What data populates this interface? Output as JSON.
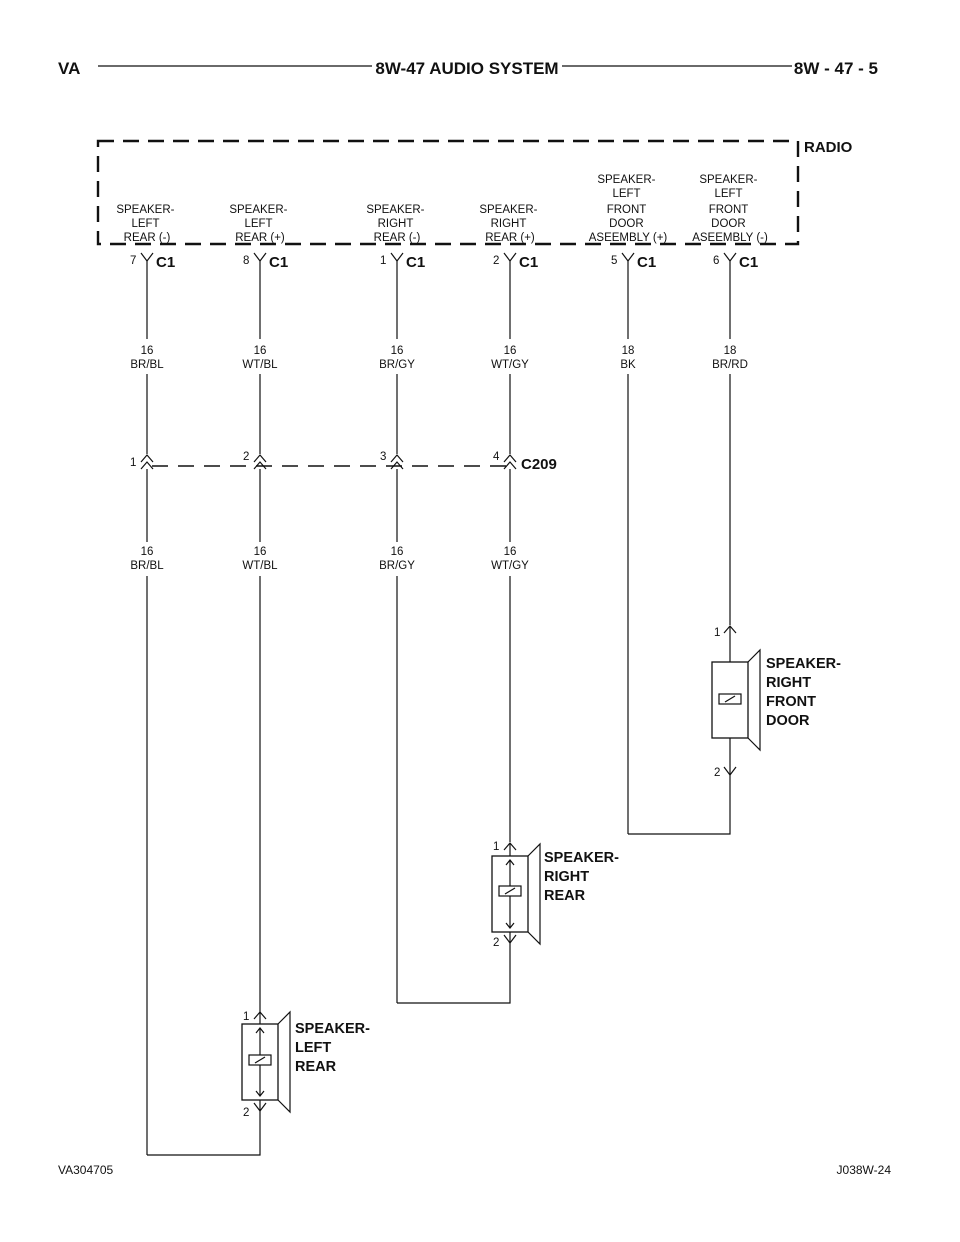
{
  "header": {
    "left": "VA",
    "center": "8W-47 AUDIO SYSTEM",
    "right": "8W - 47 - 5"
  },
  "radio": {
    "label": "RADIO",
    "connector_name": "C1",
    "terminals": [
      {
        "pin": "7",
        "desc": [
          "SPEAKER-",
          "LEFT",
          "REAR (-)"
        ]
      },
      {
        "pin": "8",
        "desc": [
          "SPEAKER-",
          "LEFT",
          "REAR (+)"
        ]
      },
      {
        "pin": "1",
        "desc": [
          "SPEAKER-",
          "RIGHT",
          "REAR (-)"
        ]
      },
      {
        "pin": "2",
        "desc": [
          "SPEAKER-",
          "RIGHT",
          "REAR (+)"
        ]
      },
      {
        "pin": "5",
        "desc": [
          "SPEAKER-",
          "LEFT",
          "FRONT",
          "DOOR",
          "ASEEMBLY (+)"
        ]
      },
      {
        "pin": "6",
        "desc": [
          "SPEAKER-",
          "LEFT",
          "FRONT",
          "DOOR",
          "ASEEMBLY (-)"
        ]
      }
    ]
  },
  "wires_upper": [
    {
      "gauge": "16",
      "color": "BR/BL"
    },
    {
      "gauge": "16",
      "color": "WT/BL"
    },
    {
      "gauge": "16",
      "color": "BR/GY"
    },
    {
      "gauge": "16",
      "color": "WT/GY"
    },
    {
      "gauge": "18",
      "color": "BK"
    },
    {
      "gauge": "18",
      "color": "BR/RD"
    }
  ],
  "c209": {
    "name": "C209",
    "pins": [
      "1",
      "2",
      "3",
      "4"
    ]
  },
  "wires_lower": [
    {
      "gauge": "16",
      "color": "BR/BL"
    },
    {
      "gauge": "16",
      "color": "WT/BL"
    },
    {
      "gauge": "16",
      "color": "BR/GY"
    },
    {
      "gauge": "16",
      "color": "WT/GY"
    }
  ],
  "speakers": {
    "right_front_door": {
      "label": [
        "SPEAKER-",
        "RIGHT",
        "FRONT",
        "DOOR"
      ],
      "pin1": "1",
      "pin2": "2"
    },
    "right_rear": {
      "label": [
        "SPEAKER-",
        "RIGHT",
        "REAR"
      ],
      "pin1": "1",
      "pin2": "2"
    },
    "left_rear": {
      "label": [
        "SPEAKER-",
        "LEFT",
        "REAR"
      ],
      "pin1": "1",
      "pin2": "2"
    }
  },
  "footer": {
    "left": "VA304705",
    "right": "J038W-24"
  }
}
